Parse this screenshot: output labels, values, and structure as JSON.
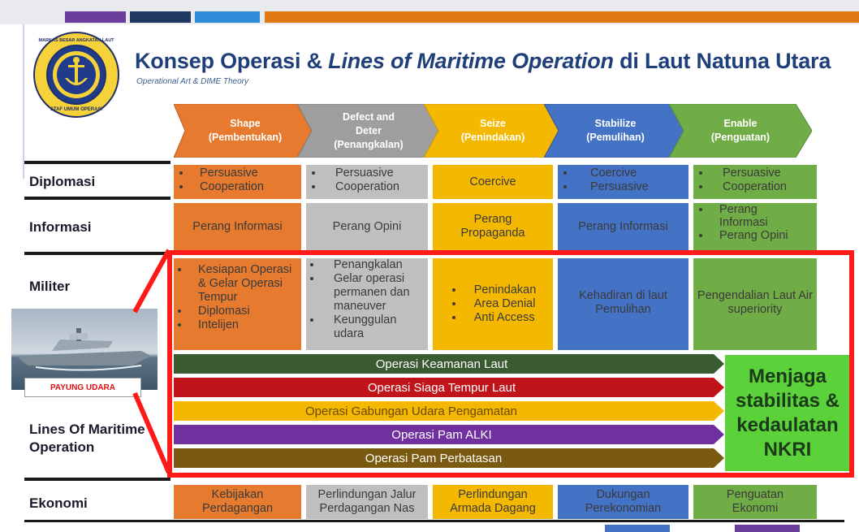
{
  "title_plain_1": "Konsep Operasi & ",
  "title_italic": "Lines of Maritime Operation",
  "title_plain_2": " di Laut Natuna Utara",
  "subtitle": "Operational Art & DIME Theory",
  "logo": {
    "ring_top_text": "MARKAS BESAR ANGKATAN LAUT",
    "ring_bottom_text": "STAF UMUM OPERASI",
    "icon": "anchor-emblem-icon"
  },
  "phases": [
    {
      "line1": "Shape",
      "line2": "(Pembentukan)",
      "color": "#e67a2e"
    },
    {
      "line1": "Defect and",
      "line1b": "Deter",
      "line2": "(Penangkalan)",
      "color": "#9e9e9e"
    },
    {
      "line1": "Seize",
      "line2": "(Penindakan)",
      "color": "#f5b800"
    },
    {
      "line1": "Stabilize",
      "line2": "(Pemulihan)",
      "color": "#4472c4"
    },
    {
      "line1": "Enable",
      "line2": "(Penguatan)",
      "color": "#71ad47"
    }
  ],
  "rows": {
    "diplomasi": "Diplomasi",
    "informasi": "Informasi",
    "militer": "Militer",
    "lines": "Lines Of Maritime Operation",
    "ekonomi": "Ekonomi"
  },
  "diplomasi": {
    "c1": [
      "Persuasive",
      "Cooperation"
    ],
    "c2": [
      "Persuasive",
      "Cooperation"
    ],
    "c3": "Coercive",
    "c4": [
      "Coercive",
      "Persuasive"
    ],
    "c5": [
      "Persuasive",
      "Cooperation"
    ]
  },
  "informasi": {
    "c1": "Perang Informasi",
    "c2": "Perang Opini",
    "c3": "Perang Propaganda",
    "c4": "Perang Informasi",
    "c5": [
      "Perang Informasi",
      "Perang Opini"
    ]
  },
  "militer": {
    "c1": [
      "Kesiapan Operasi & Gelar Operasi Tempur",
      "Diplomasi",
      "Intelijen"
    ],
    "c2": [
      "Penangkalan",
      "Gelar operasi permanen dan maneuver",
      "Keunggulan udara"
    ],
    "c3": [
      "Penindakan",
      "Area Denial",
      "Anti Access"
    ],
    "c4": "Kehadiran di laut Pemulihan",
    "c5": "Pengendalian Laut Air superiority"
  },
  "ship_caption": "PAYUNG UDARA",
  "operations": [
    {
      "label": "Operasi Keamanan Laut",
      "color": "#3a5a32"
    },
    {
      "label": "Operasi Siaga Tempur Laut",
      "color": "#c0141a"
    },
    {
      "label": "Operasi Gabungan Udara Pengamatan",
      "color": "#f5b800"
    },
    {
      "label": "Operasi Pam ALKI",
      "color": "#7030a0"
    },
    {
      "label": "Operasi Pam Perbatasan",
      "color": "#7a5a10"
    }
  ],
  "goal": "Menjaga stabilitas & kedaulatan NKRI",
  "ekonomi": {
    "c1": "Kebijakan Perdagangan",
    "c2": "Perlindungan Jalur Perdagangan Nas",
    "c3": "Perlindungan Armada Dagang",
    "c4": "Dukungan Perekonomian",
    "c5": "Penguatan Ekonomi"
  }
}
